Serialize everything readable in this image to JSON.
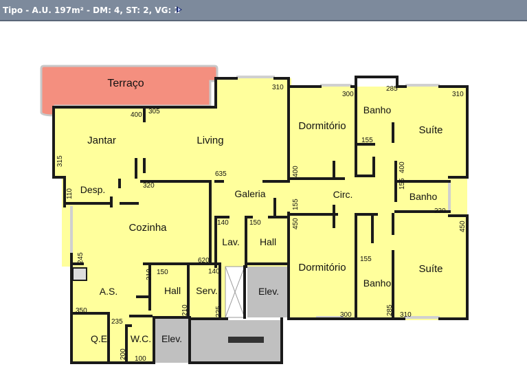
{
  "window": {
    "title": "Tipo - A.U. 197m² - DM: 4, ST: 2, VG: 2"
  },
  "floorplan": {
    "rooms": {
      "terraco": "Terraço",
      "jantar": "Jantar",
      "living": "Living",
      "dormitorio_top": "Dormitório",
      "banho_top": "Banho",
      "suite_top": "Suíte",
      "desp": "Desp.",
      "galeria": "Galeria",
      "circ": "Circ.",
      "banho_mid": "Banho",
      "cozinha": "Cozinha",
      "lav": "Lav.",
      "hall_mid": "Hall",
      "dormitorio_bottom": "Dormitório",
      "banho_bottom": "Banho",
      "suite_bottom": "Suíte",
      "as": "A.S.",
      "hall_bottom": "Hall",
      "serv": "Serv.",
      "elev_right": "Elev.",
      "qe": "Q.E.",
      "wc": "W.C.",
      "elev_left": "Elev."
    },
    "dimensions": {
      "d310a": "310",
      "d300a": "300",
      "d285a": "285",
      "d310b": "310",
      "d400a": "400",
      "d305": "305",
      "d315": "315",
      "d155a": "155",
      "d400b": "400",
      "d400c": "400",
      "d635": "635",
      "d320": "320",
      "d110": "110",
      "d155b": "155",
      "d155c": "155",
      "d230": "230",
      "d140a": "140",
      "d150a": "150",
      "d450a": "450",
      "d450b": "450",
      "d245": "245",
      "d620": "620",
      "d140b": "140",
      "d155d": "155",
      "d210a": "210",
      "d150b": "150",
      "d350": "350",
      "d210b": "210",
      "d225": "225",
      "d235": "235",
      "d300b": "300",
      "d285b": "285",
      "d310c": "310",
      "d200": "200",
      "d100": "100"
    },
    "colors": {
      "room_fill": "#ffff9c",
      "terrace_fill": "#f48f7f",
      "elevator_fill": "#c0c0c0",
      "wall": "#1a1a1a",
      "window": "#d0d0d0"
    }
  }
}
